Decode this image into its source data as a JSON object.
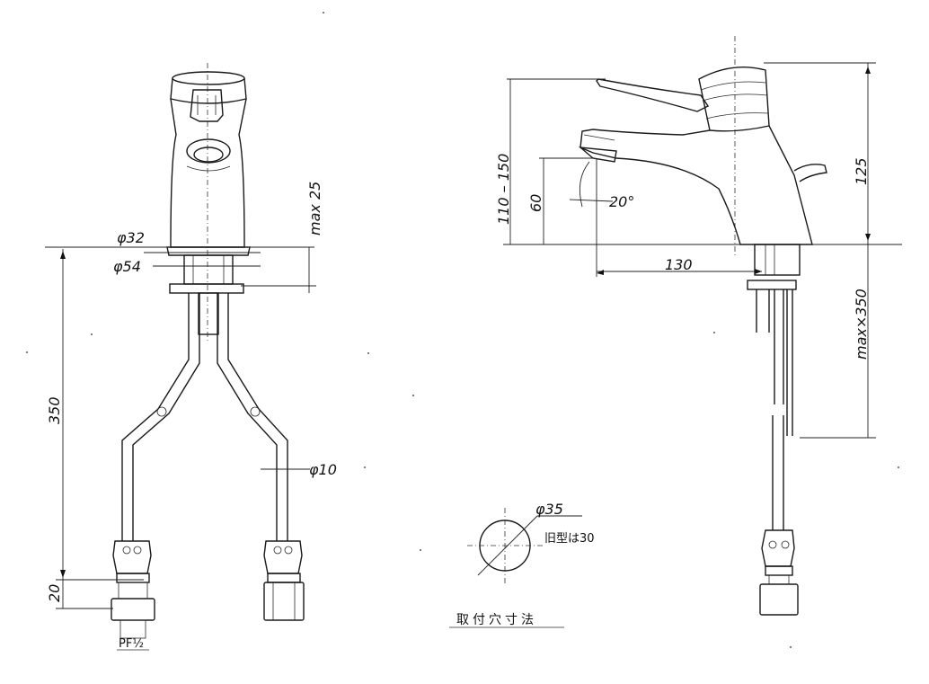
{
  "front_view": {
    "dim_phi32": "φ32",
    "dim_phi54": "φ54",
    "dim_max25": "max 25",
    "dim_350": "350",
    "dim_20": "20",
    "dim_phi10": "φ10",
    "thread_label": "PF½"
  },
  "side_view": {
    "dim_110_150": "110 – 150",
    "dim_60": "60",
    "dim_20deg": "20°",
    "dim_130": "130",
    "dim_125": "125",
    "dim_max350": "max×350"
  },
  "hole_detail": {
    "dim_phi35": "φ35",
    "old_model_note": "旧型は30",
    "caption": "取付穴寸法"
  }
}
